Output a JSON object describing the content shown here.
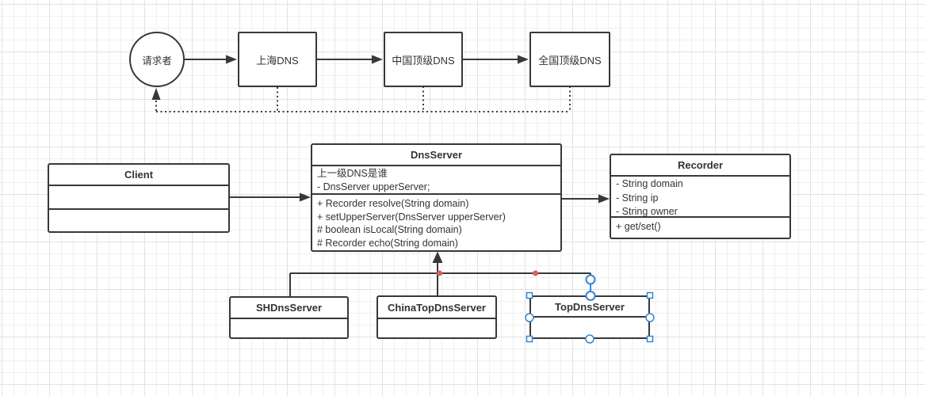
{
  "flow": {
    "requester": "请求者",
    "nodes": [
      "上海DNS",
      "中国顶级DNS",
      "全国顶级DNS"
    ]
  },
  "uml": {
    "client": {
      "title": "Client"
    },
    "dnsServer": {
      "title": "DnsServer",
      "attributes": [
        "上一级DNS是谁",
        "- DnsServer upperServer;"
      ],
      "methods": [
        "+ Recorder resolve(String domain)",
        "+ setUpperServer(DnsServer upperServer)",
        "# boolean isLocal(String domain)",
        "# Recorder echo(String domain)"
      ]
    },
    "recorder": {
      "title": "Recorder",
      "attributes": [
        "- String domain",
        "- String ip",
        "- String owner"
      ],
      "methods": [
        "+ get/set()"
      ]
    },
    "shDnsServer": {
      "title": "SHDnsServer"
    },
    "chinaTopDnsServer": {
      "title": "ChinaTopDnsServer"
    },
    "topDnsServer": {
      "title": "TopDnsServer"
    }
  },
  "colors": {
    "line": "#383838",
    "selection_blue": "#3385d6",
    "junction_dot_red": "#d9605f",
    "grid_minor": "#f0f0f0",
    "grid_major": "#e2e2e2",
    "canvas": "#ffffff"
  }
}
